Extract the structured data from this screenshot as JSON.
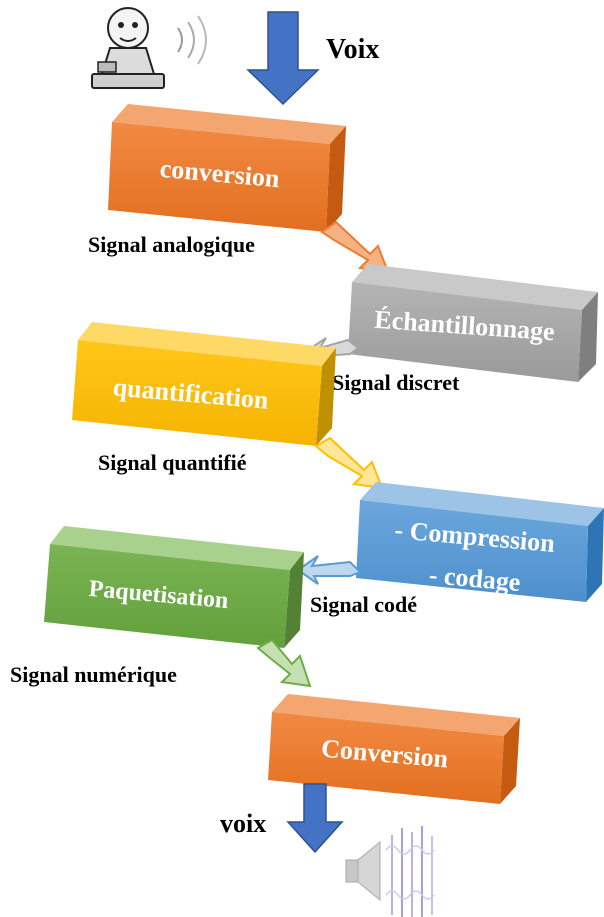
{
  "top_label": "Voix",
  "bottom_label": "voix",
  "stages": {
    "conversion_in": {
      "label": "conversion",
      "color": "#ED7D31"
    },
    "sampling": {
      "label": "Échantillonnage",
      "color": "#A5A5A5"
    },
    "quantization": {
      "label": "quantification",
      "color": "#FFC000"
    },
    "compression": {
      "line1": "- Compression",
      "line2": "- codage",
      "color": "#5B9BD5"
    },
    "packetization": {
      "label": "Paquetisation",
      "color": "#70AD47"
    },
    "conversion_out": {
      "label": "Conversion",
      "color": "#ED7D31"
    }
  },
  "signals": {
    "analog": "Signal analogique",
    "discrete": "Signal discret",
    "quantized": "Signal quantifié",
    "coded": "Signal codé",
    "digital": "Signal numérique"
  },
  "icons": {
    "speaker_person": "person-speaking-icon",
    "loudspeaker": "loudspeaker-icon"
  },
  "flow_arrow_color": "#4472C4",
  "text_color": "#000000"
}
